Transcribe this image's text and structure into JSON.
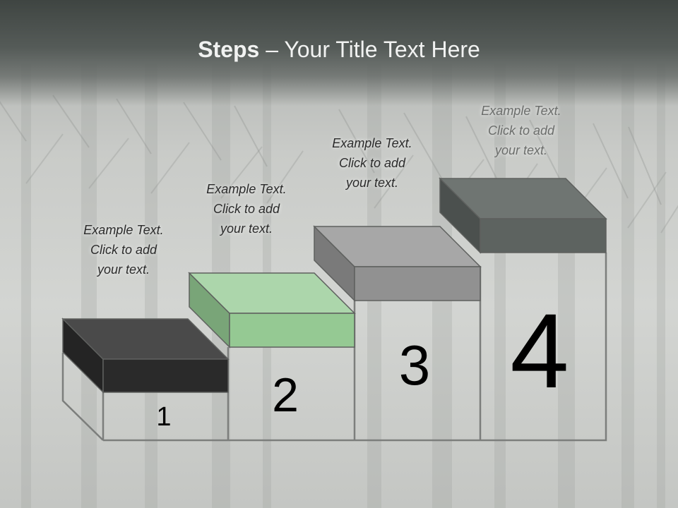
{
  "slide": {
    "title_bold": "Steps",
    "title_rest": " – Your Title Text Here"
  },
  "steps": [
    {
      "number": "1",
      "caption": [
        "Example Text.",
        "Click  to add",
        "your text."
      ],
      "top_color": "#4a4a4a",
      "front_color": "#2a2a2a",
      "side_color": "#242424"
    },
    {
      "number": "2",
      "caption": [
        "Example Text.",
        "Click  to add",
        "your text."
      ],
      "top_color": "#acd6ab",
      "front_color": "#95c993",
      "side_color": "#79a578"
    },
    {
      "number": "3",
      "caption": [
        "Example Text.",
        "Click  to add",
        "your text."
      ],
      "top_color": "#a7a7a7",
      "front_color": "#919191",
      "side_color": "#7a7a7a"
    },
    {
      "number": "4",
      "caption": [
        "Example Text.",
        "Click  to add",
        "your text."
      ],
      "top_color": "#6f7572",
      "front_color": "#5d6360",
      "side_color": "#4b504e"
    }
  ],
  "colors": {
    "outline": "#7c7e7c",
    "background": "#cfd1ce",
    "title_bar": "#4a504d"
  }
}
